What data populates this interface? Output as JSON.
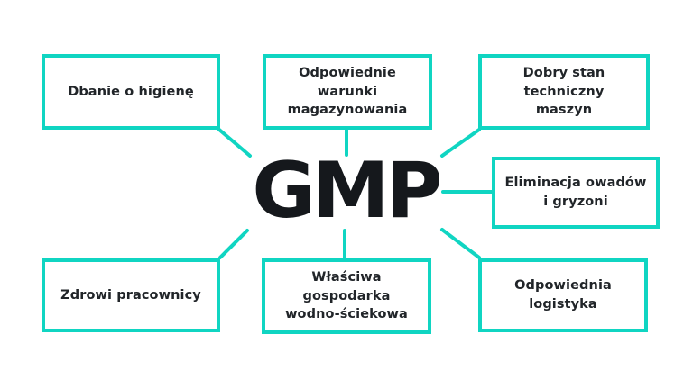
{
  "diagram": {
    "title": "GMP",
    "center": {
      "label": "GMP"
    },
    "nodes": [
      {
        "id": "dbanie-o-higiene",
        "position": "top-left",
        "label": "Dbanie o higienę"
      },
      {
        "id": "odpowiednie-warunki-magazynowania",
        "position": "top-center",
        "label": "Odpowiednie\nwarunki\nmagazynowania"
      },
      {
        "id": "dobry-stan-techniczny-maszyn",
        "position": "top-right",
        "label": "Dobry stan techniczny\nmaszyn"
      },
      {
        "id": "eliminacja-owadow-i-gryzoni",
        "position": "right-middle",
        "label": "Eliminacja owadów\ni gryzoni"
      },
      {
        "id": "zdrowi-pracownicy",
        "position": "bottom-left",
        "label": "Zdrowi pracownicy"
      },
      {
        "id": "wlasciwa-gospodarka-wodno-sciekowa",
        "position": "bottom-center",
        "label": "Właściwa gospodarka\nwodno-ściekowa"
      },
      {
        "id": "odpowiednia-logistyka",
        "position": "bottom-right",
        "label": "Odpowiednia\nlogistyka"
      }
    ],
    "edges": [
      {
        "from": "GMP",
        "to": "dbanie-o-higiene"
      },
      {
        "from": "GMP",
        "to": "odpowiednie-warunki-magazynowania"
      },
      {
        "from": "GMP",
        "to": "dobry-stan-techniczny-maszyn"
      },
      {
        "from": "GMP",
        "to": "eliminacja-owadow-i-gryzoni"
      },
      {
        "from": "GMP",
        "to": "zdrowi-pracownicy"
      },
      {
        "from": "GMP",
        "to": "wlasciwa-gospodarka-wodno-sciekowa"
      },
      {
        "from": "GMP",
        "to": "odpowiednia-logistyka"
      }
    ],
    "colors": {
      "accent": "#10d5c2",
      "text": "#212529",
      "center_text": "#15181c",
      "background": "#ffffff"
    }
  }
}
